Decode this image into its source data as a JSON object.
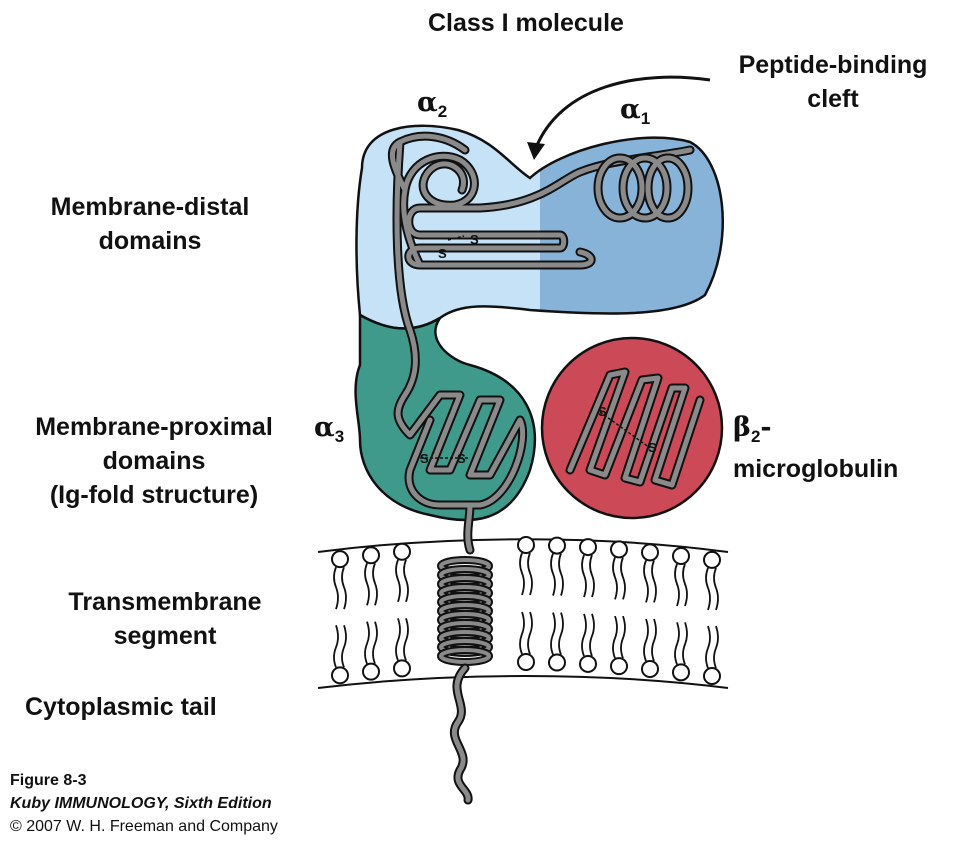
{
  "title": "Class I molecule",
  "labels": {
    "cleft_line1": "Peptide-binding",
    "cleft_line2": "cleft",
    "distal_line1": "Membrane-distal",
    "distal_line2": "domains",
    "proximal_line1": "Membrane-proximal",
    "proximal_line2": "domains",
    "proximal_line3": "(Ig-fold structure)",
    "transmembrane_line1": "Transmembrane",
    "transmembrane_line2": "segment",
    "cytoplasmic": "Cytoplasmic tail",
    "b2m_line2": "microglobulin"
  },
  "domains": {
    "alpha1": {
      "symbol": "α",
      "sub": "1",
      "color": "#88b3d8"
    },
    "alpha2": {
      "symbol": "α",
      "sub": "2",
      "color": "#c5e2f6"
    },
    "alpha3": {
      "symbol": "α",
      "sub": "3",
      "color": "#3f9a8c"
    },
    "beta2": {
      "symbol": "β",
      "sub": "2",
      "suffix": "-",
      "color": "#cc4a57"
    }
  },
  "disulfide": "S",
  "caption": {
    "figure": "Figure 8-3",
    "book": "Kuby IMMUNOLOGY, Sixth Edition",
    "copyright": "© 2007 W. H. Freeman and Company"
  }
}
